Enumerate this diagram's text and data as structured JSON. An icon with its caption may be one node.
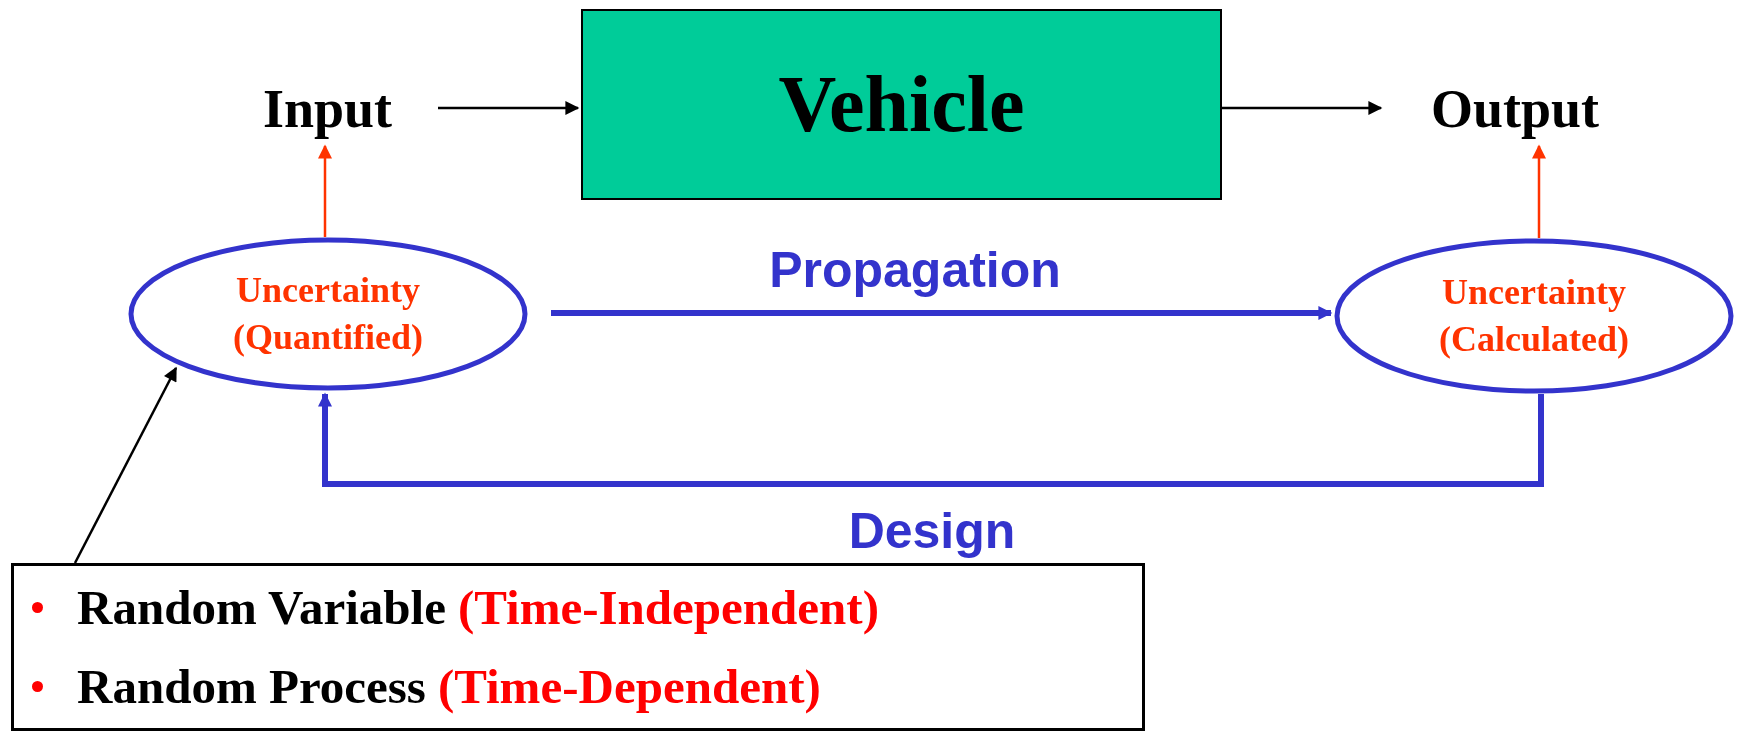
{
  "diagram": {
    "nodes": [
      {
        "text": [
          "Input"
        ]
      },
      {
        "text": [
          "Vehicle"
        ]
      },
      {
        "text": [
          "Output"
        ]
      },
      {
        "text": [
          "Uncertainty (Quantified)"
        ]
      },
      {
        "text": [
          "Uncertainty (Calculated)"
        ]
      },
      {
        "text": [
          "Random Variable",
          "(Time-Independent)",
          "Random Process",
          "(Time-Dependent)"
        ]
      }
    ],
    "edges": [
      {
        "from": 0,
        "to": 1,
        "arrow": "to"
      },
      {
        "from": 1,
        "to": 2,
        "arrow": "to"
      },
      {
        "from": 3,
        "to": 0,
        "arrow": "to",
        "color": "#ff3300"
      },
      {
        "from": 4,
        "to": 2,
        "arrow": "to",
        "color": "#ff3300"
      },
      {
        "from": 3,
        "to": 4,
        "arrow": "to",
        "label": "Propagation",
        "style": "thick",
        "color": "#3333cc"
      },
      {
        "from": 4,
        "to": 3,
        "arrow": "to",
        "label": "Design",
        "style": "thick",
        "color": "#3333cc"
      },
      {
        "from": 5,
        "to": 3,
        "arrow": "to"
      }
    ]
  }
}
